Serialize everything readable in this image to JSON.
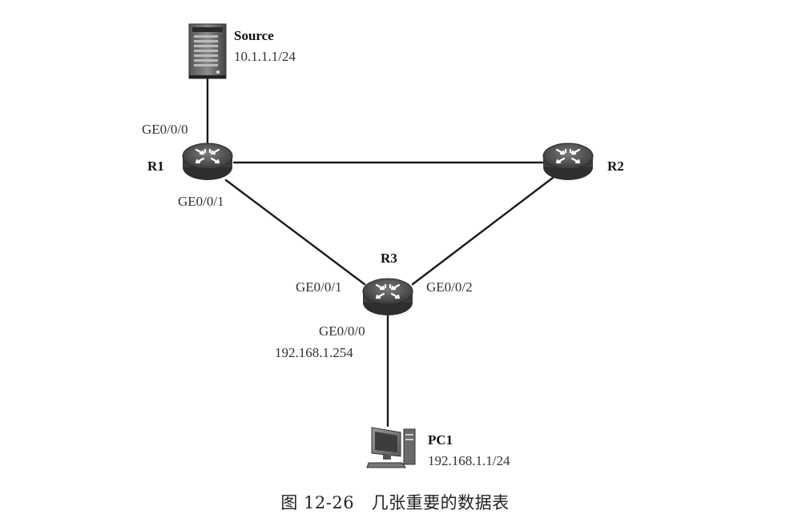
{
  "nodes": {
    "source": {
      "name": "Source",
      "ip": "10.1.1.1/24"
    },
    "r1": {
      "name": "R1",
      "port_up": "GE0/0/0",
      "port_down": "GE0/0/1"
    },
    "r2": {
      "name": "R2"
    },
    "r3": {
      "name": "R3",
      "port_left": "GE0/0/1",
      "port_right": "GE0/0/2",
      "port_down": "GE0/0/0",
      "port_down_ip": "192.168.1.254"
    },
    "pc1": {
      "name": "PC1",
      "ip": "192.168.1.1/24"
    }
  },
  "caption": "图 12-26　几张重要的数据表",
  "icons": {
    "router": "router-icon",
    "server": "server-icon",
    "pc": "pc-icon"
  },
  "colors": {
    "link": "#1a1a1a",
    "router_body": "#4a4a4a"
  }
}
